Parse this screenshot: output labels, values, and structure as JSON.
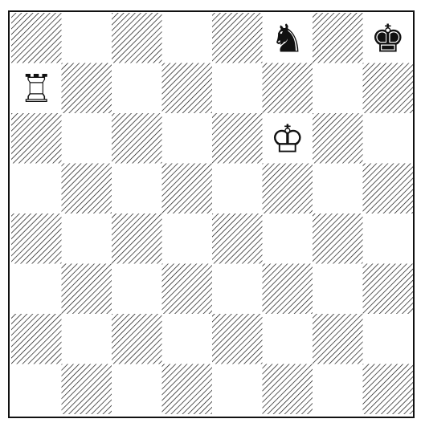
{
  "board": {
    "files": 8,
    "ranks": 8,
    "light_color": "#ffffff",
    "ink_color": "#111111",
    "dark_square_style": "diagonal-hatching"
  },
  "pieces": [
    {
      "square": "f8",
      "piece": "knight",
      "color": "black",
      "glyph": "♞"
    },
    {
      "square": "h8",
      "piece": "king",
      "color": "black",
      "glyph": "♚"
    },
    {
      "square": "a7",
      "piece": "rook",
      "color": "white",
      "glyph": "♖"
    },
    {
      "square": "f6",
      "piece": "king",
      "color": "white",
      "glyph": "♔"
    }
  ]
}
